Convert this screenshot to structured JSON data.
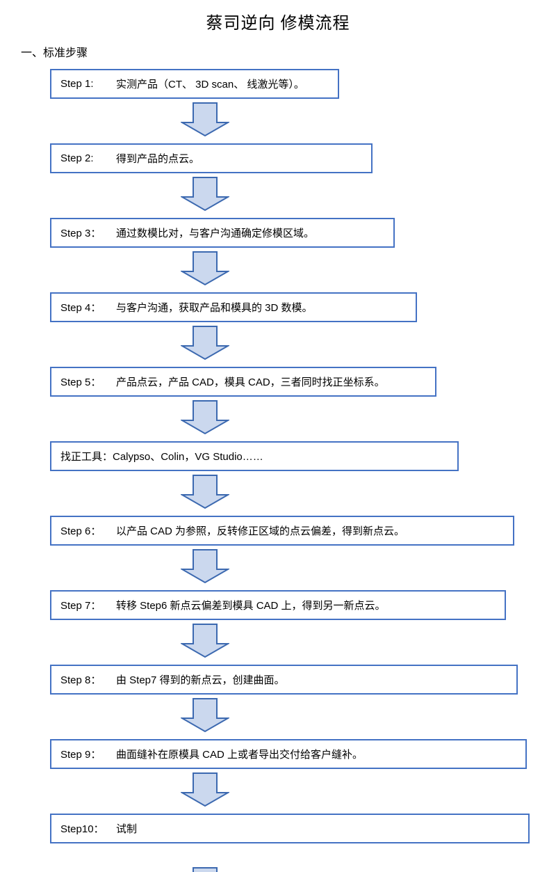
{
  "page": {
    "title": "蔡司逆向 修模流程",
    "section_heading": "一、标准步骤"
  },
  "flow": {
    "boxes": [
      {
        "label": "Step 1:",
        "text": "实测产品（CT、 3D scan、 线激光等）。"
      },
      {
        "label": "Step 2:",
        "text": "得到产品的点云。"
      },
      {
        "label": "Step 3：",
        "text": "通过数模比对，与客户沟通确定修模区域。"
      },
      {
        "label": "Step 4：",
        "text": "与客户沟通，获取产品和模具的 3D 数模。"
      },
      {
        "label": "Step 5：",
        "text": "产品点云，产品 CAD，模具 CAD，三者同时找正坐标系。"
      },
      {
        "label": "",
        "text": "找正工具：Calypso、Colin，VG Studio……"
      },
      {
        "label": "Step 6：",
        "text": "以产品 CAD 为参照，反转修正区域的点云偏差，得到新点云。"
      },
      {
        "label": "Step 7：",
        "text": "转移 Step6 新点云偏差到模具 CAD 上，得到另一新点云。"
      },
      {
        "label": "Step 8：",
        "text": "由 Step7 得到的新点云，创建曲面。"
      },
      {
        "label": "Step 9：",
        "text": "曲面缝补在原模具 CAD 上或者导出交付给客户缝补。"
      },
      {
        "label": "Step10：",
        "text": "试制"
      }
    ]
  },
  "icons": {
    "down_arrow": "down-arrow-icon"
  },
  "colors": {
    "box_border": "#4472c4",
    "arrow_fill": "#cbd8ee",
    "arrow_stroke": "#3c69b0",
    "text": "#000000"
  }
}
